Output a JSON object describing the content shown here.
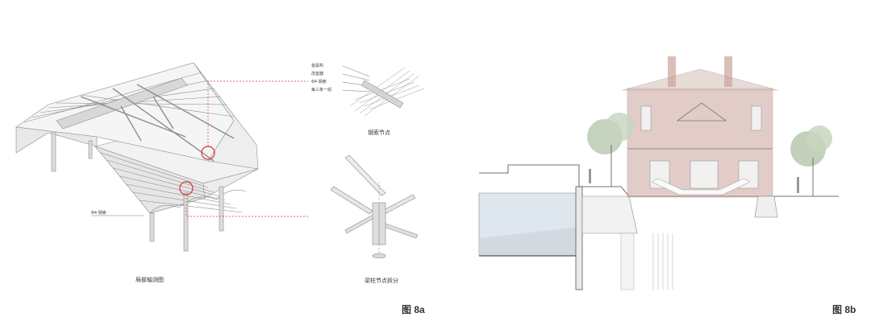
{
  "panel_a": {
    "figure_label": "图 8a",
    "rope_node_callouts": [
      "金属构",
      "改室器",
      "Φ4 钢索",
      "每三条一组"
    ],
    "rope_node_caption": "钢索节点",
    "left_callout": "Φ4 钢索",
    "axonometric_caption": "局部轴测图",
    "beam_column_caption": "梁柱节点拆分",
    "callout_color": "#d9352b"
  },
  "panel_b": {
    "figure_label": "图 8b",
    "brick_color": "#c9a49a",
    "water_color": "#dfe7ee"
  }
}
